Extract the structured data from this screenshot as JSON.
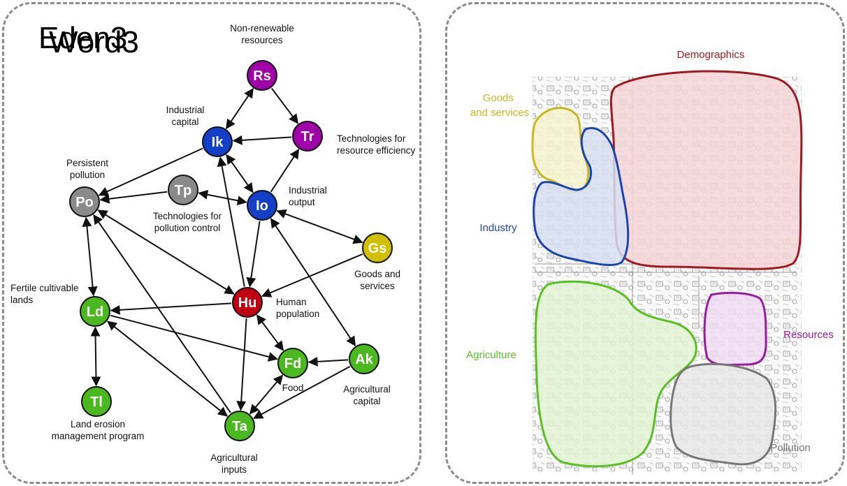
{
  "left_panel": {
    "title": "Eden3",
    "nodes": [
      {
        "id": "Rs",
        "color": "#a000a8",
        "label": [
          "Non-renewable",
          "resources"
        ]
      },
      {
        "id": "Ik",
        "color": "#1440c8",
        "label": [
          "Industrial",
          "capital"
        ]
      },
      {
        "id": "Tr",
        "color": "#a000a8",
        "label": [
          "Technologies for",
          "resource efficiency"
        ]
      },
      {
        "id": "Po",
        "color": "#8a8a8a",
        "label": [
          "Persistent",
          "pollution"
        ]
      },
      {
        "id": "Tp",
        "color": "#8a8a8a",
        "label": [
          "Technologies for",
          "pollution control"
        ]
      },
      {
        "id": "Io",
        "color": "#1440c8",
        "label": [
          "Industrial",
          "output"
        ]
      },
      {
        "id": "Gs",
        "color": "#d0c000",
        "label": [
          "Goods and",
          "services"
        ]
      },
      {
        "id": "Ld",
        "color": "#4cb820",
        "label": [
          "Fertile cultivable",
          "lands"
        ]
      },
      {
        "id": "Hu",
        "color": "#c00010",
        "label": [
          "Human",
          "population"
        ]
      },
      {
        "id": "Fd",
        "color": "#4cb820",
        "label": [
          "Food"
        ]
      },
      {
        "id": "Ak",
        "color": "#4cb820",
        "label": [
          "Agricultural",
          "capital"
        ]
      },
      {
        "id": "Tl",
        "color": "#4cb820",
        "label": [
          "Land erosion",
          "management program"
        ]
      },
      {
        "id": "Ta",
        "color": "#4cb820",
        "label": [
          "Agricultural",
          "inputs"
        ]
      }
    ],
    "edges": [
      {
        "from": "Rs",
        "to": "Ik",
        "both": true
      },
      {
        "from": "Rs",
        "to": "Tr",
        "both": false
      },
      {
        "from": "Tr",
        "to": "Ik",
        "both": false
      },
      {
        "from": "Ik",
        "to": "Po",
        "both": false
      },
      {
        "from": "Ik",
        "to": "Io",
        "both": true
      },
      {
        "from": "Io",
        "to": "Tr",
        "both": false
      },
      {
        "from": "Tp",
        "to": "Po",
        "both": false
      },
      {
        "from": "Io",
        "to": "Tp",
        "both": true
      },
      {
        "from": "Gs",
        "to": "Io",
        "both": true
      },
      {
        "from": "Io",
        "to": "Hu",
        "both": false
      },
      {
        "from": "Gs",
        "to": "Hu",
        "both": false
      },
      {
        "from": "Hu",
        "to": "Ik",
        "both": false
      },
      {
        "from": "Hu",
        "to": "Po",
        "both": true
      },
      {
        "from": "Po",
        "to": "Ld",
        "both": true
      },
      {
        "from": "Hu",
        "to": "Ld",
        "both": false
      },
      {
        "from": "Ld",
        "to": "Tl",
        "both": true
      },
      {
        "from": "Ld",
        "to": "Fd",
        "both": false
      },
      {
        "from": "Ld",
        "to": "Ta",
        "both": true
      },
      {
        "from": "Hu",
        "to": "Fd",
        "both": true
      },
      {
        "from": "Ak",
        "to": "Fd",
        "both": false
      },
      {
        "from": "Ak",
        "to": "Io",
        "both": true
      },
      {
        "from": "Ak",
        "to": "Ta",
        "both": false
      },
      {
        "from": "Ta",
        "to": "Fd",
        "both": true
      },
      {
        "from": "Hu",
        "to": "Ta",
        "both": false
      },
      {
        "from": "Ta",
        "to": "Po",
        "both": false
      }
    ]
  },
  "right_panel": {
    "title": "Word3",
    "clusters": [
      {
        "id": "demographics",
        "label": "Demographics",
        "color": "#a01820",
        "fill": "#f3d5d5"
      },
      {
        "id": "goods",
        "label": [
          "Goods",
          "and services"
        ],
        "color": "#c8b820",
        "fill": "#f6f2cf"
      },
      {
        "id": "industry",
        "label": "Industry",
        "color": "#1a44b0",
        "fill": "#d6dff2"
      },
      {
        "id": "agriculture",
        "label": "Agriculture",
        "color": "#58c020",
        "fill": "#e2f2d2"
      },
      {
        "id": "resources",
        "label": "Resources",
        "color": "#9a1aa0",
        "fill": "#f0dcf3"
      },
      {
        "id": "pollution",
        "label": "Pollution",
        "color": "#777777",
        "fill": "#e6e6e6"
      }
    ]
  }
}
